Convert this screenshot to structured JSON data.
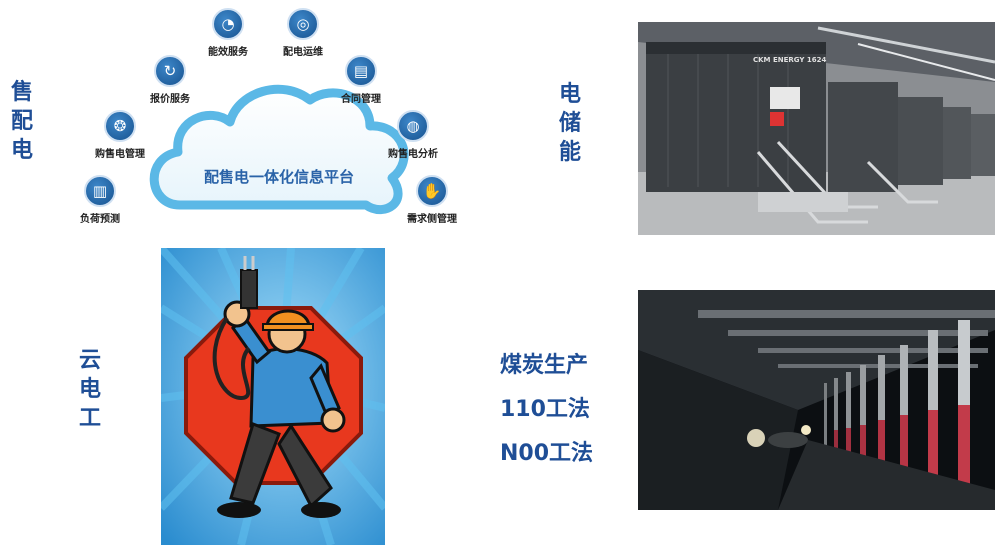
{
  "labels": {
    "sales": [
      "售",
      "配",
      "电"
    ],
    "storage": [
      "电",
      "储",
      "能"
    ],
    "cloud_worker": [
      "云",
      "电",
      "工"
    ],
    "coal_lines": [
      "煤炭生产",
      "110工法",
      "N00工法"
    ]
  },
  "platform": {
    "center": "配售电一体化信息平台",
    "services": [
      {
        "label": "能效服务",
        "icon": "pie-chart-icon"
      },
      {
        "label": "配电运维",
        "icon": "target-icon"
      },
      {
        "label": "报价服务",
        "icon": "refresh-icon"
      },
      {
        "label": "合同管理",
        "icon": "document-icon"
      },
      {
        "label": "购售电管理",
        "icon": "lifebuoy-icon"
      },
      {
        "label": "购售电分析",
        "icon": "globe-icon"
      },
      {
        "label": "负荷预测",
        "icon": "bar-chart-icon"
      },
      {
        "label": "需求侧管理",
        "icon": "handshake-icon"
      }
    ]
  },
  "storage_photo": {
    "container_text": "CKM ENERGY 1624"
  },
  "colors": {
    "label_blue": "#1f4e96",
    "cloud_blue": "#5bb8e6",
    "icon_blue": "#17528f",
    "poster_blue": "#2f9ad4",
    "poster_red": "#e8381e"
  }
}
